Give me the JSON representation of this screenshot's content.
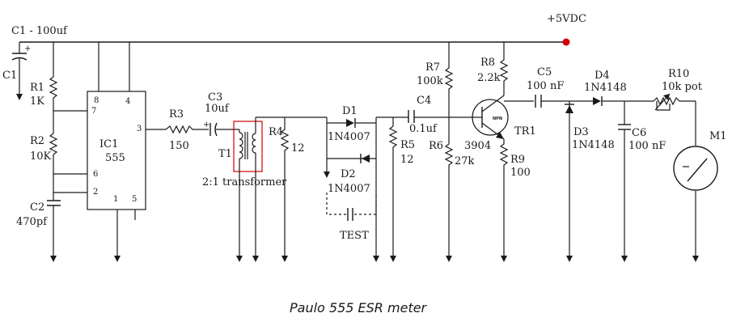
{
  "labels": {
    "vdc": "+5VDC",
    "c1_top": "C1 - 100uf",
    "c1": "C1",
    "r1": "R1",
    "r1_val": "1K",
    "r2": "R2",
    "r2_val": "10K",
    "c2": "C2",
    "c2_val": "470pf",
    "ic_name": "IC1",
    "ic_part": "555",
    "pin8": "8",
    "pin4": "4",
    "pin7": "7",
    "pin3": "3",
    "pin6": "6",
    "pin2": "2",
    "pin1": "1",
    "pin5": "5",
    "r3": "R3",
    "r3_val": "150",
    "c3": "C3",
    "c3_val": "10uf",
    "t1": "T1",
    "transformer": "2:1 transformer",
    "r4": "R4",
    "r4_val": "12",
    "d1": "D1",
    "d1_val": "1N4007",
    "d2": "D2",
    "d2_val": "1N4007",
    "test": "TEST",
    "c4": "C4",
    "c4_val": "0.1uf",
    "r5": "R5",
    "r5_val": "12",
    "r7": "R7",
    "r7_val": "100k",
    "r6": "R6",
    "r6_val": "27k",
    "r8": "R8",
    "r8_val": "2.2k",
    "npn": "NPN",
    "tr1": "TR1",
    "tr1_val": "3904",
    "r9": "R9",
    "r9_val": "100",
    "c5": "C5",
    "c5_val": "100 nF",
    "d3": "D3",
    "d3_val": "1N4148",
    "d4": "D4",
    "d4_val": "1N4148",
    "c6": "C6",
    "c6_val": "100 nF",
    "r10": "R10",
    "r10_val": "10k pot",
    "m1": "M1",
    "plus": "+"
  },
  "caption": "Paulo 555 ESR meter"
}
